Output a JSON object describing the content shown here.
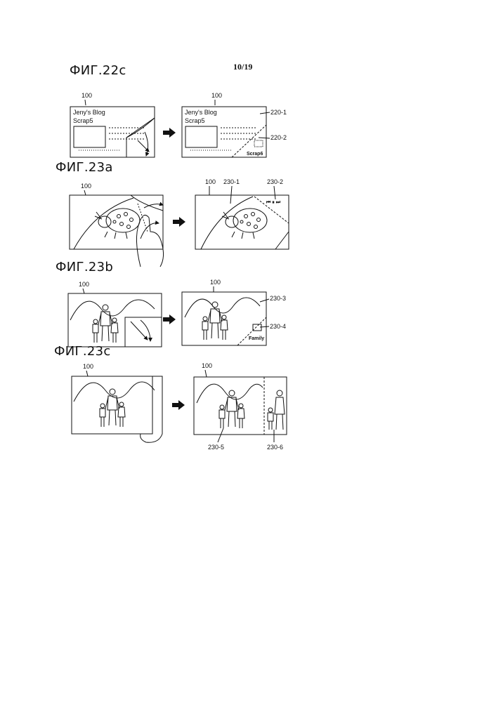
{
  "page_number": "10/19",
  "figures": {
    "fig22c": {
      "title": "ФИГ.22c",
      "left_ref": "100",
      "right_ref": "100",
      "blog_title": "Jeny's Blog",
      "scrap_current": "Scrap5",
      "scrap_next": "Scrap6",
      "label_a": "220-1",
      "label_b": "220-2"
    },
    "fig23a": {
      "title": "ФИГ.23a",
      "left_ref": "100",
      "right_ref": "100",
      "label_a": "230-1",
      "label_b": "230-2",
      "media_controls": "⏮ ⏸ ⏭"
    },
    "fig23b": {
      "title": "ФИГ.23b",
      "left_ref": "100",
      "right_ref": "100",
      "label_a": "230-3",
      "label_b": "230-4",
      "folder_name": "Family"
    },
    "fig23c": {
      "title": "ФИГ.23c",
      "left_ref": "100",
      "right_ref": "100",
      "label_a": "230-5",
      "label_b": "230-6"
    }
  }
}
